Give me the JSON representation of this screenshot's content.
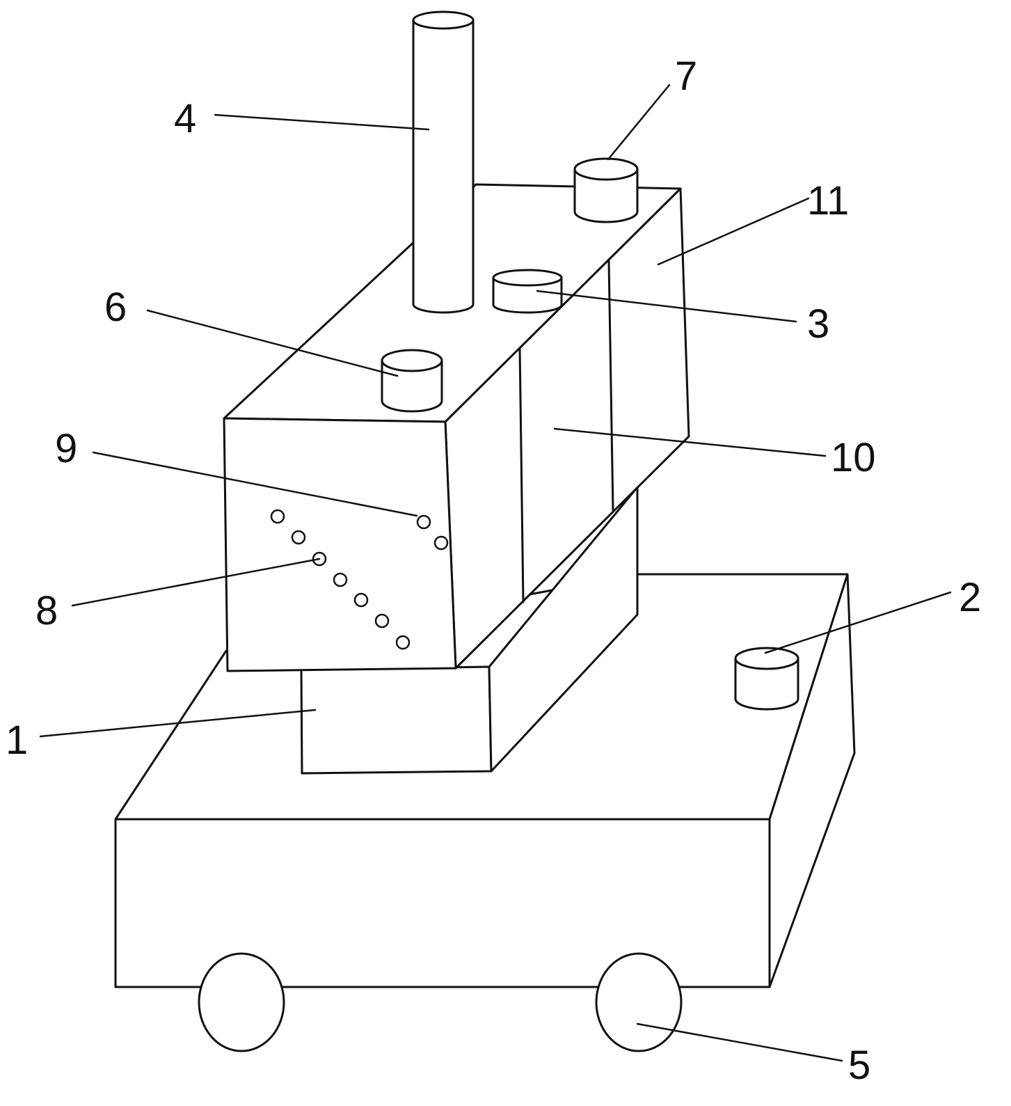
{
  "labels": {
    "l1": "1",
    "l2": "2",
    "l3": "3",
    "l4": "4",
    "l5": "5",
    "l6": "6",
    "l7": "7",
    "l8": "8",
    "l9": "9",
    "l10": "10",
    "l11": "11"
  },
  "colors": {
    "stroke": "#111111",
    "background": "#ffffff"
  }
}
